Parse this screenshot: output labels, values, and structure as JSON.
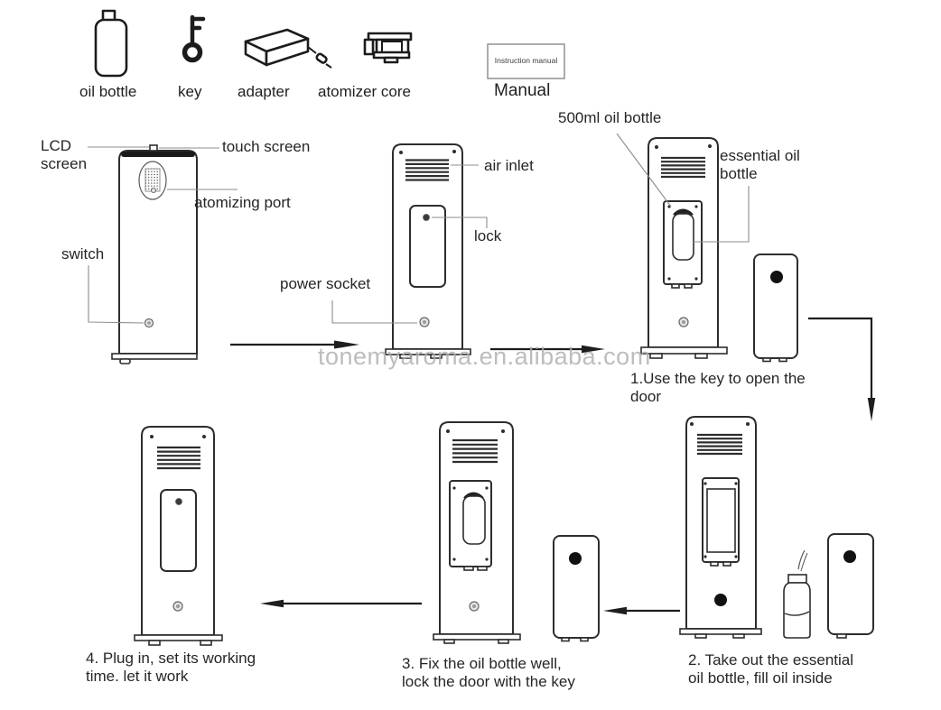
{
  "parts": {
    "oil_bottle": "oil bottle",
    "key": "key",
    "adapter": "adapter",
    "atomizer_core": "atomizer core",
    "manual": "Manual",
    "manual_cover_text": "Instruction manual"
  },
  "callouts": {
    "lcd_screen": "LCD\nscreen",
    "touch_screen": "touch screen",
    "atomizing_port": "atomizing port",
    "switch": "switch",
    "air_inlet": "air inlet",
    "lock": "lock",
    "power_socket": "power socket",
    "oil_bottle_500ml": "500ml oil bottle",
    "essential_oil_bottle": "essential oil\nbottle"
  },
  "steps": {
    "step1": "1.Use the key to open the\ndoor",
    "step2": "2. Take out the essential\noil bottle, fill oil inside",
    "step3": "3. Fix the oil bottle well,\nlock the door with the key",
    "step4": "4. Plug in, set its working\ntime. let it work"
  },
  "watermark": "tonemyaroma.en.alibaba.com",
  "colors": {
    "line": "#2d2d2d",
    "leader": "#8c8c8c",
    "text": "#262626",
    "watermark": "#adadad",
    "background": "#ffffff"
  }
}
